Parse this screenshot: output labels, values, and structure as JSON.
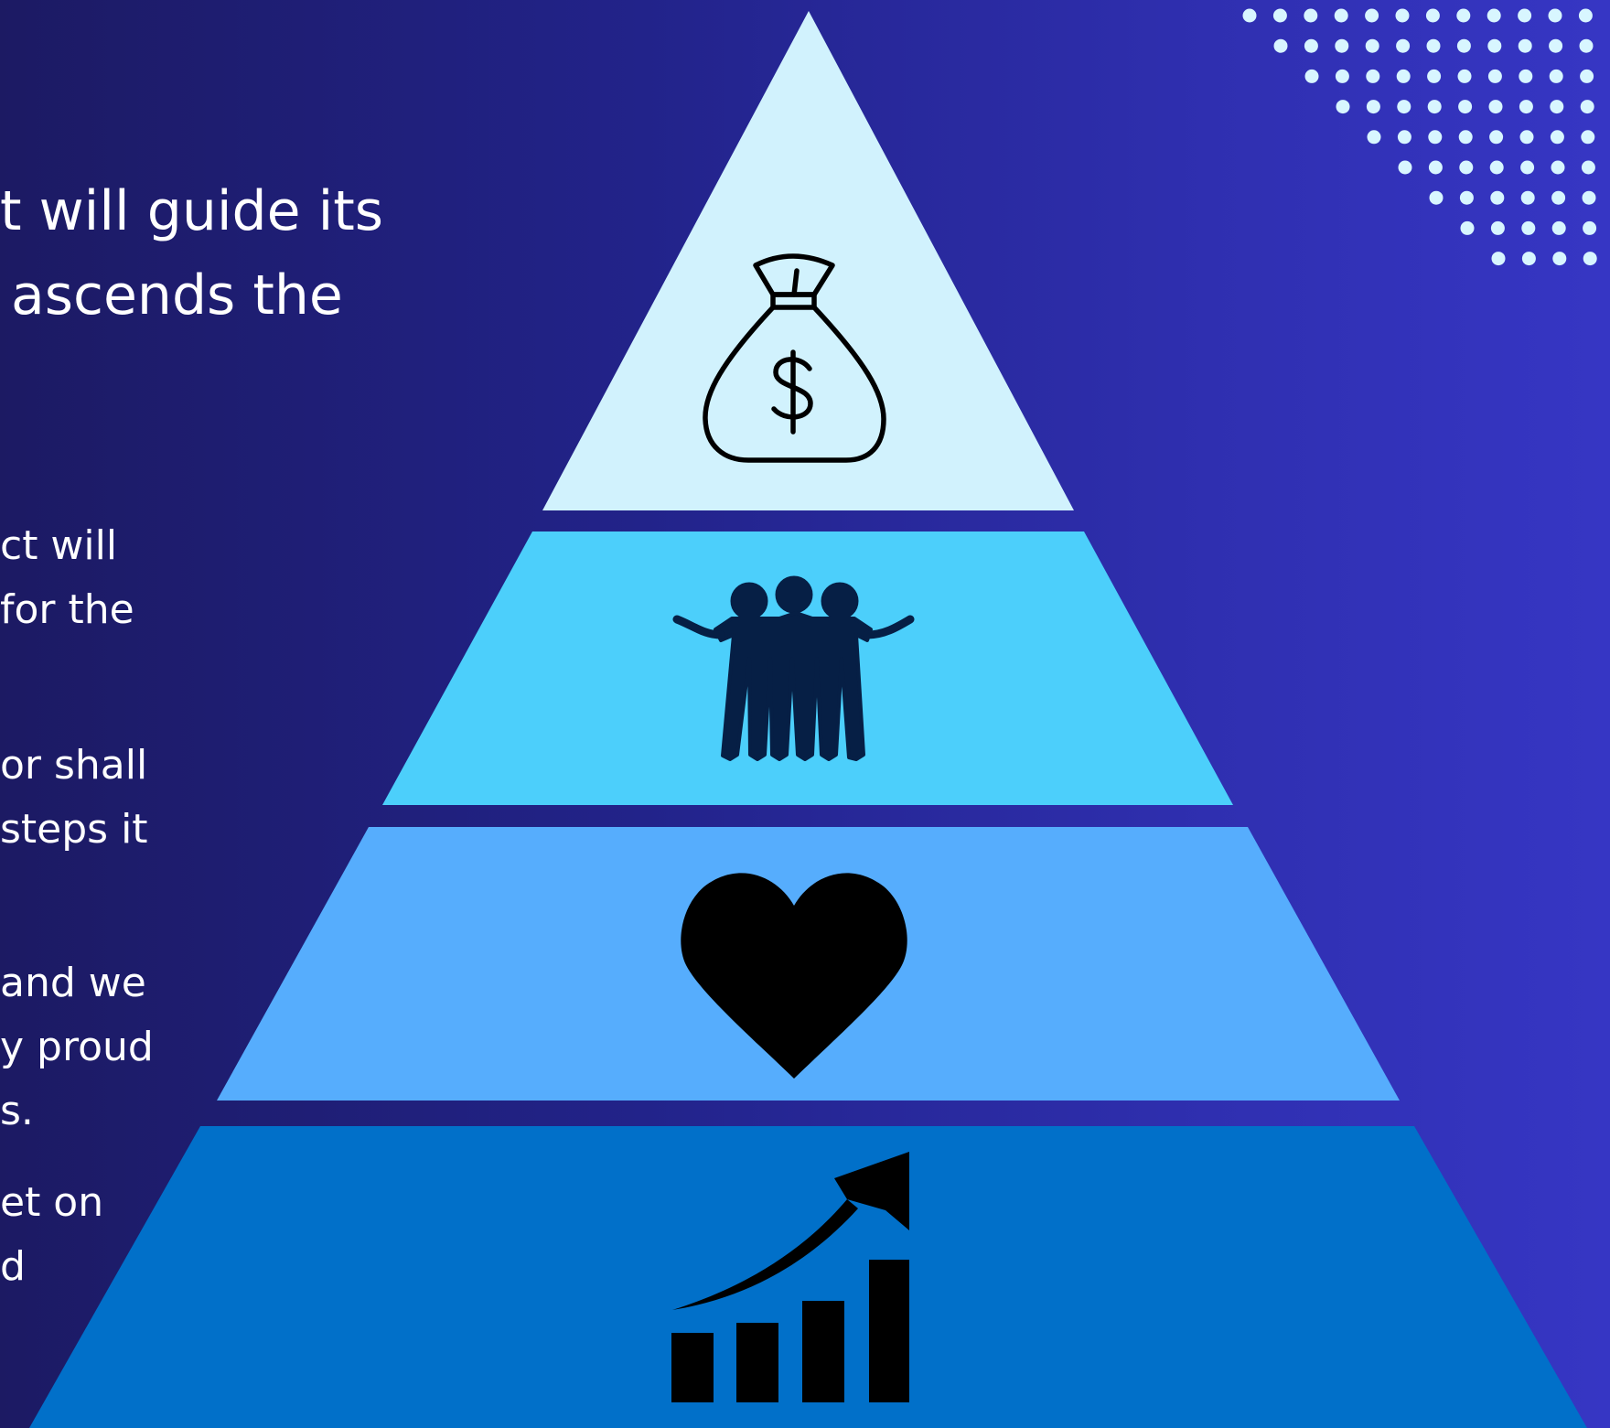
{
  "colors": {
    "tier_top": "#d1f2fd",
    "tier_second": "#4ccffb",
    "tier_third": "#56adfd",
    "tier_bottom": "#0170c9",
    "dots": "#d8f6ff"
  },
  "title_lines": [
    "t will guide its",
    "ascends the"
  ],
  "paragraphs": [
    [
      "ct will",
      "for the"
    ],
    [
      "or shall",
      "steps it"
    ],
    [
      "and we",
      "y proud",
      "s."
    ],
    [
      "et on",
      "d"
    ]
  ],
  "tiers": [
    {
      "icon": "money-bag-icon"
    },
    {
      "icon": "team-group-icon"
    },
    {
      "icon": "heart-icon"
    },
    {
      "icon": "growth-chart-icon"
    }
  ]
}
